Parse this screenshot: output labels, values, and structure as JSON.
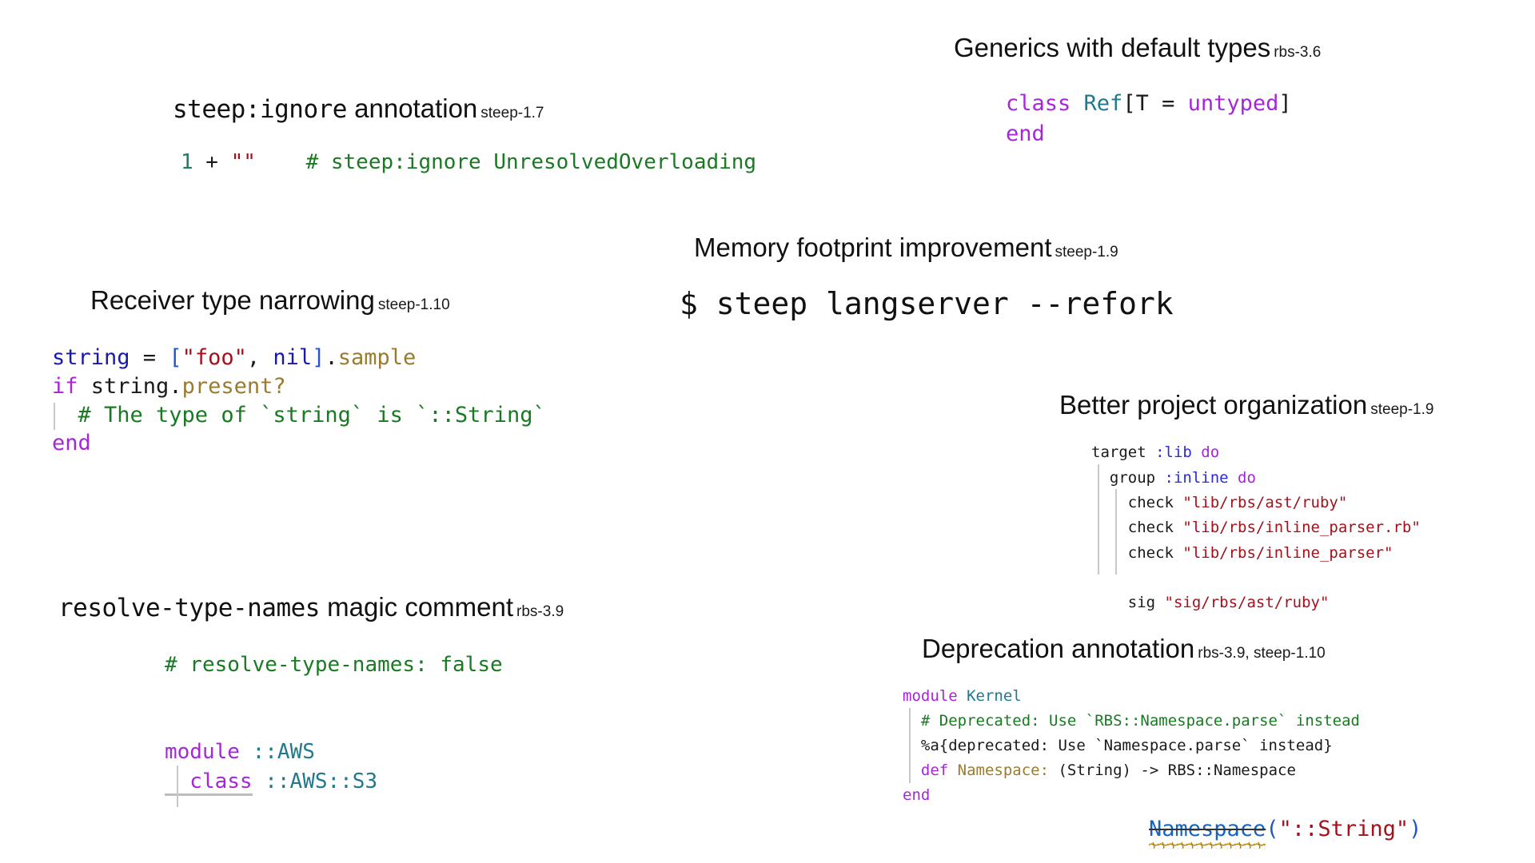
{
  "sections": {
    "steep_ignore": {
      "title_mono": "steep:ignore",
      "title_rest": " annotation",
      "version": "steep-1.7",
      "code": {
        "num": "1",
        "plus": " + ",
        "empty_string": "\"\"",
        "gap": "    ",
        "comment": "# steep:ignore UnresolvedOverloading"
      }
    },
    "generics": {
      "title": "Generics with default types",
      "version": "rbs-3.6",
      "code": {
        "kw_class": "class",
        "const_ref": " Ref",
        "bracket_open": "[T = ",
        "kw_untyped": "untyped",
        "bracket_close": "]",
        "kw_end": "end"
      }
    },
    "memory": {
      "title": "Memory footprint improvement",
      "version": "steep-1.9",
      "command": "$ steep langserver --refork"
    },
    "receiver": {
      "title": "Receiver type narrowing",
      "version": "steep-1.10",
      "code": {
        "var_string": "string",
        "assign": " = ",
        "bracket_open": "[",
        "str_foo": "\"foo\"",
        "comma": ", ",
        "nil": "nil",
        "bracket_close": "]",
        "dot": ".",
        "meth_sample": "sample",
        "kw_if": "if",
        "var_string2": " string",
        "dot2": ".",
        "meth_present": "present?",
        "comment": "  # The type of `string` is `::String`",
        "kw_end": "end"
      }
    },
    "project": {
      "title": "Better project organization",
      "version": "steep-1.9",
      "code": {
        "l1_a": "target ",
        "l1_sym": ":lib",
        "l1_do": " do",
        "l2_a": "  group ",
        "l2_sym": ":inline",
        "l2_do": " do",
        "l3_a": "    check ",
        "l3_str": "\"lib/rbs/ast/ruby\"",
        "l4_a": "    check ",
        "l4_str": "\"lib/rbs/inline_parser.rb\"",
        "l5_a": "    check ",
        "l5_str": "\"lib/rbs/inline_parser\"",
        "l6_blank": " ",
        "l7_a": "    sig ",
        "l7_str": "\"sig/rbs/ast/ruby\""
      }
    },
    "resolve": {
      "title_mono": "resolve-type-names",
      "title_rest": " magic comment",
      "version": "rbs-3.9",
      "code": {
        "comment": "# resolve-type-names: false",
        "blank": " ",
        "kw_module": "module",
        "const_aws": " ::AWS",
        "kw_class": "  class",
        "const_s3": " ::AWS::S3"
      }
    },
    "deprecation": {
      "title": "Deprecation annotation",
      "version": "rbs-3.9, steep-1.10",
      "code": {
        "kw_module": "module",
        "const_kernel": " Kernel",
        "comment": "  # Deprecated: Use `RBS::Namespace.parse` instead",
        "annotation": "  %a{deprecated: Use `Namespace.parse` instead}",
        "kw_def": "  def",
        "meth_name": " Namespace:",
        "signature": " (String) -> RBS::Namespace",
        "kw_end": "end"
      }
    },
    "deprecated_call": {
      "name": "Namespace",
      "paren_open": "(",
      "arg": "\"::String\"",
      "paren_close": ")"
    }
  },
  "colors": {
    "keyword": "#a626d9",
    "constant": "#20798e",
    "string": "#a3111b",
    "comment": "#1a7a23",
    "variable": "#1a1aa8",
    "symbol": "#2a2ae0",
    "method": "#9a7b2f",
    "number": "#178063",
    "deprecated_link": "#1565c0",
    "squiggle": "#b8860b",
    "background": "#ffffff"
  }
}
